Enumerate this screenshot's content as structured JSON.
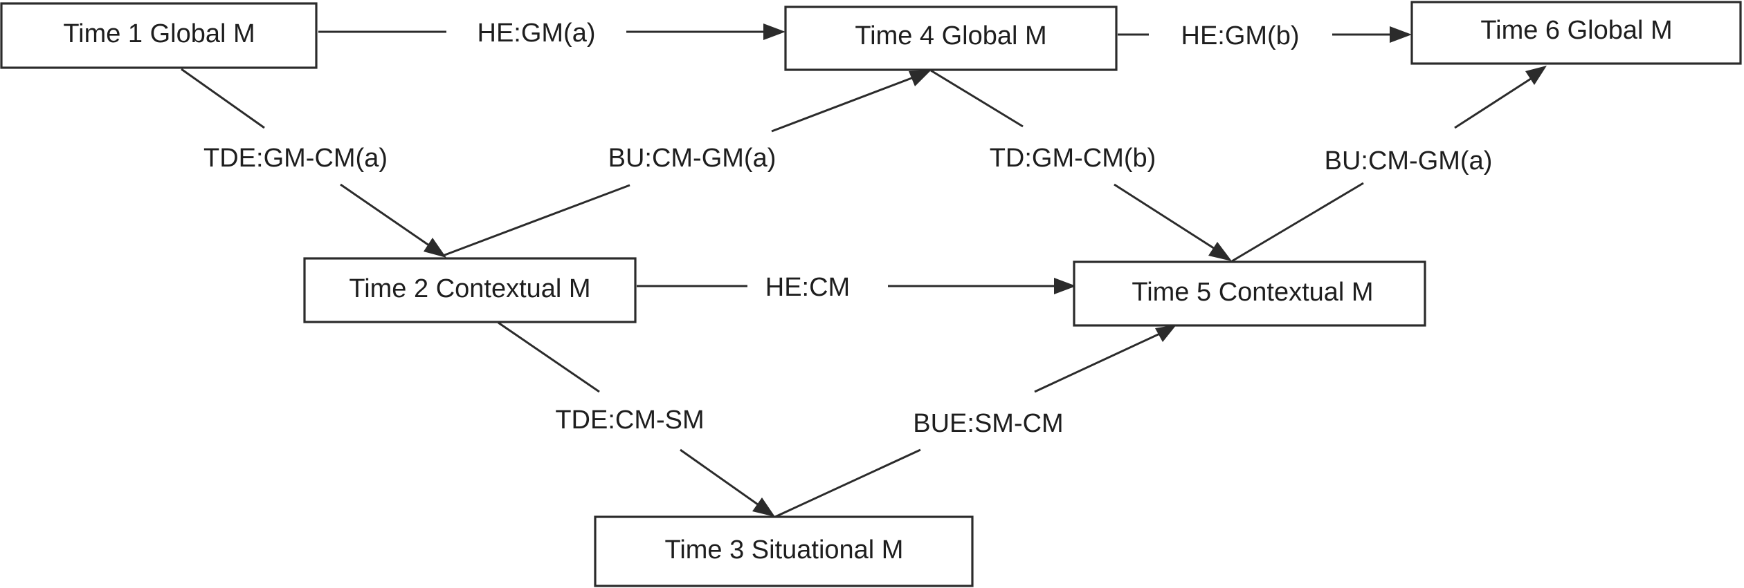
{
  "nodes": {
    "t1": {
      "label": "Time 1 Global M"
    },
    "t2": {
      "label": "Time 2 Contextual M"
    },
    "t3": {
      "label": "Time 3 Situational M"
    },
    "t4": {
      "label": "Time 4 Global M"
    },
    "t5": {
      "label": "Time 5 Contextual M"
    },
    "t6": {
      "label": "Time 6 Global M"
    }
  },
  "edges": {
    "he_gm_a": {
      "label": "HE:GM(a)"
    },
    "he_gm_b": {
      "label": "HE:GM(b)"
    },
    "tde_gm_cm_a": {
      "label": "TDE:GM-CM(a)"
    },
    "bu_cm_gm_a_left": {
      "label": "BU:CM-GM(a)"
    },
    "td_gm_cm_b": {
      "label": "TD:GM-CM(b)"
    },
    "bu_cm_gm_a_right": {
      "label": "BU:CM-GM(a)"
    },
    "he_cm": {
      "label": "HE:CM"
    },
    "tde_cm_sm": {
      "label": "TDE:CM-SM"
    },
    "bue_sm_cm": {
      "label": "BUE:SM-CM"
    }
  },
  "colors": {
    "stroke": "#2b2b2b",
    "text": "#1e1e1e",
    "background": "#ffffff"
  }
}
